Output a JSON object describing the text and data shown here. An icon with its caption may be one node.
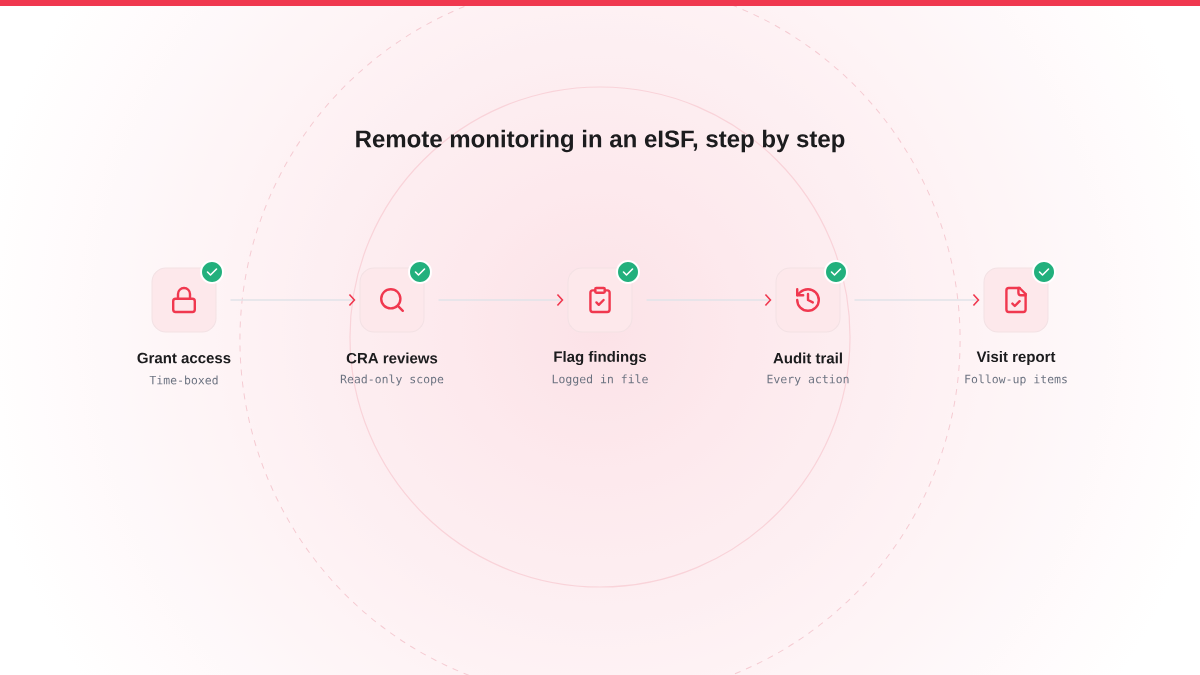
{
  "diagram": {
    "title": "Remote monitoring in an eISF, step by step",
    "nodes": [
      {
        "text": [
          "Grant access",
          "Time-boxed"
        ]
      },
      {
        "text": [
          "CRA reviews",
          "Read-only scope"
        ]
      },
      {
        "text": [
          "Flag findings",
          "Logged in file"
        ]
      },
      {
        "text": [
          "Audit trail",
          "Every action"
        ]
      },
      {
        "text": [
          "Visit report",
          "Follow-up items"
        ]
      }
    ],
    "edges": [
      {
        "from": 0,
        "to": 1,
        "arrow": "to"
      },
      {
        "from": 1,
        "to": 2,
        "arrow": "to"
      },
      {
        "from": 2,
        "to": 3,
        "arrow": "to"
      },
      {
        "from": 3,
        "to": 4,
        "arrow": "to"
      }
    ]
  }
}
